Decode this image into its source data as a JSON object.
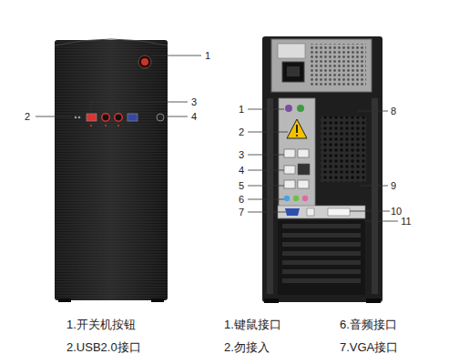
{
  "diagram": {
    "labels": [
      "1",
      "3",
      "2",
      "4",
      "1",
      "8",
      "2",
      "3",
      "4",
      "5",
      "9",
      "6",
      "7",
      "10",
      "11",
      "1.开关机按钮",
      "1.键鼠接口",
      "6.音频接口",
      "2.USB2.0接口",
      "2.勿接入",
      "7.VGA接口"
    ]
  }
}
